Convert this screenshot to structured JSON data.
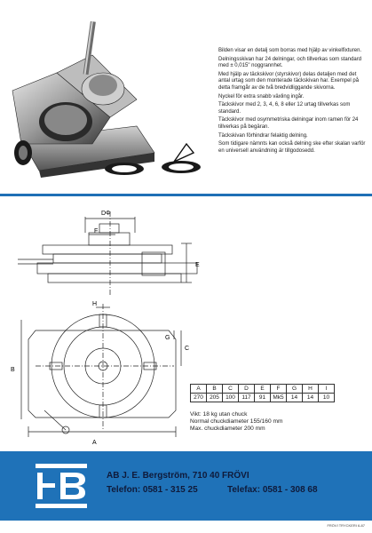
{
  "description": {
    "paragraphs": [
      "Bilden visar en detalj som borras med hjälp av vinkelfixturen.",
      "Delningsskivan har 24 delningar, och tillverkas som standard med ± 0,015\" noggrannhet.",
      "Med hjälp av täckskivor (styrskivor) delas detaljen med det antal urtag som den monterade täckskivan har. Exempel på detta framgår av de två bredvidliggande skivorna.",
      "Nyckel för extra snabb växling ingår.",
      "Täckskivor med 2, 3, 4, 6, 8 eller 12 urtag tillverkas som standard.",
      "Täckskivor med osymmetriska delningar inom ramen för 24 tillverkas på begäran.",
      "Täckskivan förhindrar felaktig delning.",
      "Som tidigare nämnts kan också delning ske efter skalan varför en universell användning är tillgodosedd."
    ]
  },
  "drawing_labels": {
    "d_phi": "DΦ",
    "f": "F",
    "e": "E",
    "h": "H",
    "g": "G",
    "c": "C",
    "b": "B",
    "a": "A"
  },
  "spec_table": {
    "headers": [
      "A",
      "B",
      "C",
      "D",
      "E",
      "F",
      "G",
      "H",
      "I"
    ],
    "values": [
      "270",
      "205",
      "100",
      "117",
      "91",
      "Mk5",
      "14",
      "14",
      "10"
    ]
  },
  "spec_notes": [
    "Vikt: 18 kg utan chuck",
    "Normal chuckdiameter 155/160 mm",
    "Max. chuckdiameter 200 mm"
  ],
  "footer": {
    "company": "AB J. E. Bergström, 710 40 FRÖVI",
    "phone": "Telefon: 0581 - 315 25",
    "fax": "Telefax: 0581 - 308 68",
    "print_note": "FRÖVI TRYCKERI 6-87",
    "logo_letters": "EB",
    "accent_color": "#1f72b8"
  }
}
